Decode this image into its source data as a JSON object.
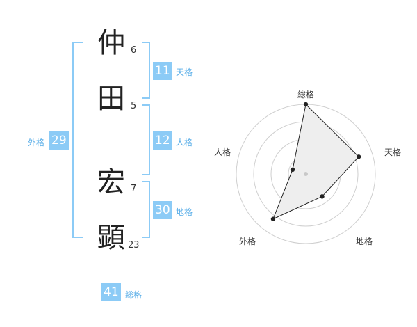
{
  "name": {
    "chars": [
      {
        "char": "仲",
        "strokes": "6"
      },
      {
        "char": "田",
        "strokes": "5"
      },
      {
        "char": "宏",
        "strokes": "7"
      },
      {
        "char": "顕",
        "strokes": "23"
      }
    ]
  },
  "fortunes": {
    "tenkaku": {
      "value": "11",
      "label": "天格"
    },
    "jinkaku": {
      "value": "12",
      "label": "人格"
    },
    "chikaku": {
      "value": "30",
      "label": "地格"
    },
    "gaikaku": {
      "value": "29",
      "label": "外格"
    },
    "soukaku": {
      "value": "41",
      "label": "総格"
    }
  },
  "colors": {
    "accent": "#8ccbf6",
    "accent_text": "#5aaee8",
    "radar_fill": "#eeeeee",
    "radar_line": "#222222"
  },
  "chart_data": {
    "type": "radar",
    "axes": [
      "総格",
      "天格",
      "地格",
      "外格",
      "人格"
    ],
    "values": [
      1.0,
      0.8,
      0.4,
      0.8,
      0.2
    ],
    "range": [
      0,
      1
    ],
    "rings": 4
  }
}
